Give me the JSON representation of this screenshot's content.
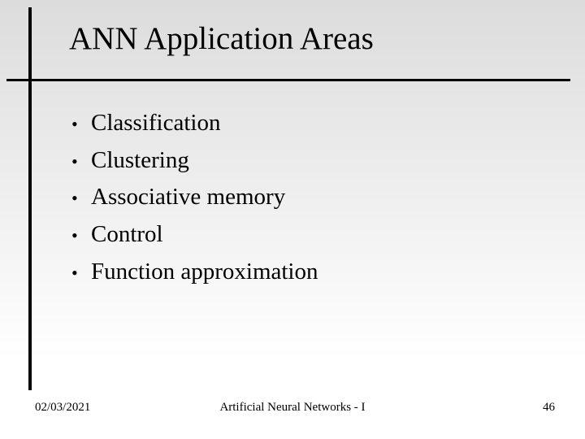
{
  "slide": {
    "title": "ANN Application Areas",
    "bullets": {
      "marker": "•",
      "items": [
        "Classification",
        "Clustering",
        "Associative memory",
        "Control",
        "Function approximation"
      ]
    },
    "footer": {
      "date": "02/03/2021",
      "deck_title": "Artificial Neural Networks - I",
      "slide_number": "46"
    },
    "colors": {
      "background_top": "#DCDCDC",
      "background_bottom": "#FFFFFF",
      "line": "#000000",
      "text": "#000000"
    }
  }
}
